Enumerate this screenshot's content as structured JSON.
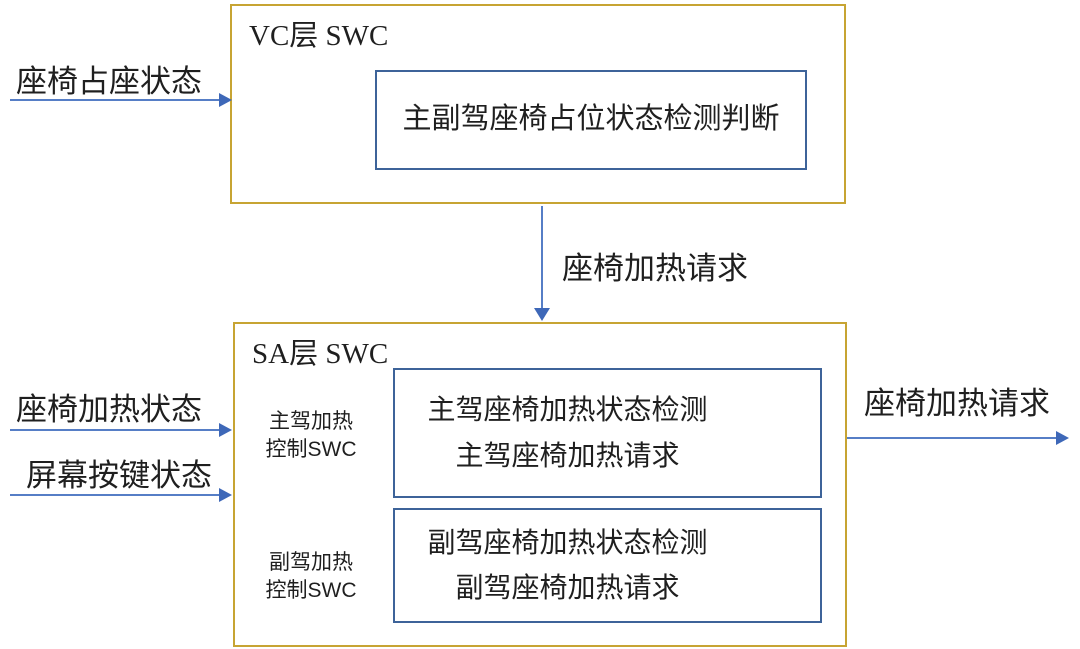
{
  "colors": {
    "outer_box_border": "#C7A433",
    "inner_box_border": "#3D6399",
    "arrow_line": "#567EC6",
    "arrow_head": "#3E68B8",
    "text": "#1F1F1F",
    "background": "#FFFFFF"
  },
  "vc_block": {
    "title": "VC层 SWC",
    "detect_box": "主副驾座椅占位状态检测判断"
  },
  "sa_block": {
    "title": "SA层 SWC",
    "driver_ctrl_label": [
      "主驾加热",
      "控制SWC"
    ],
    "driver_box": [
      "主驾座椅加热状态检测",
      "主驾座椅加热请求"
    ],
    "passenger_ctrl_label": [
      "副驾加热",
      "控制SWC"
    ],
    "passenger_box": [
      "副驾座椅加热状态检测",
      "副驾座椅加热请求"
    ]
  },
  "flows": {
    "seat_occupancy_status": "座椅占座状态",
    "seat_heat_request_mid": "座椅加热请求",
    "seat_heat_status": "座椅加热状态",
    "screen_button_status": "屏幕按键状态",
    "seat_heat_request_out": "座椅加热请求"
  }
}
